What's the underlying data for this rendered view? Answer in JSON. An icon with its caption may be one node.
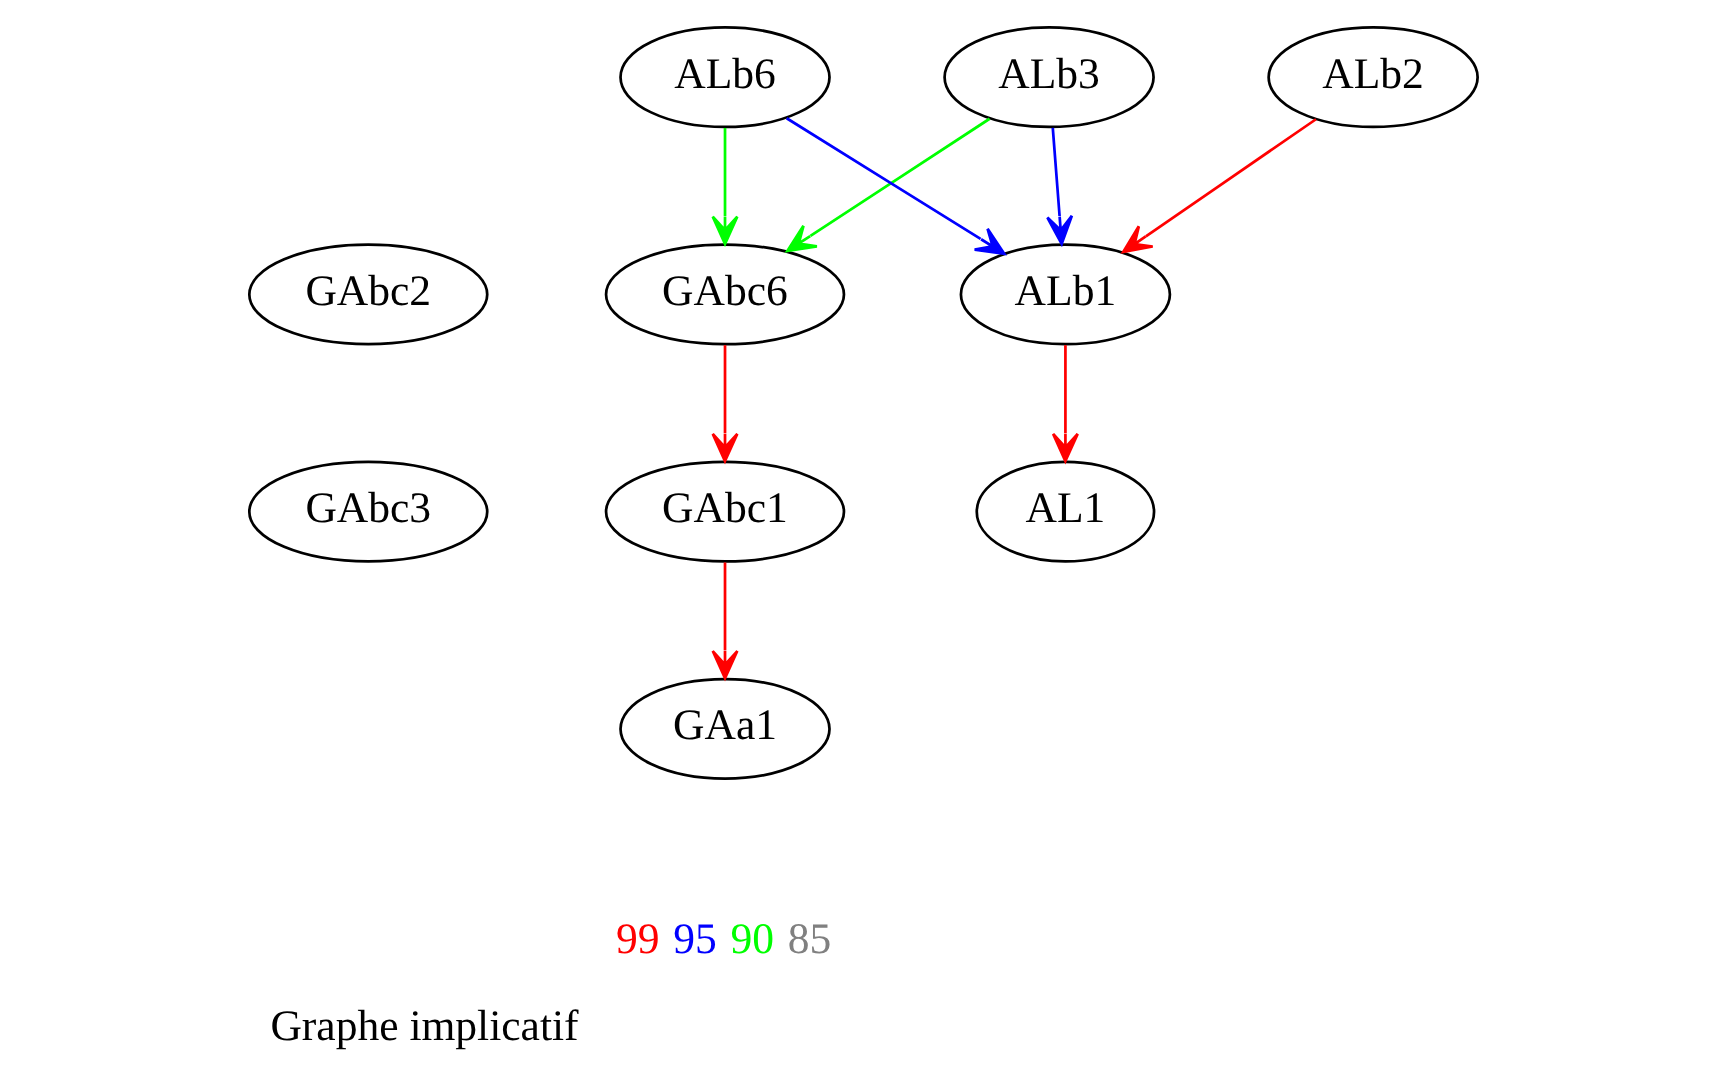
{
  "diagram": {
    "caption": "Graphe implicatif",
    "nodes": [
      {
        "text": [
          "GAbc2"
        ]
      },
      {
        "text": [
          "GAbc3"
        ]
      },
      {
        "text": [
          "ALb3"
        ]
      },
      {
        "text": [
          "ALb6"
        ]
      },
      {
        "text": [
          "GAbc6"
        ]
      },
      {
        "text": [
          "GAbc1"
        ]
      },
      {
        "text": [
          "ALb2"
        ]
      },
      {
        "text": [
          "GAa1"
        ]
      },
      {
        "text": [
          "ALb1"
        ]
      },
      {
        "text": [
          "AL1"
        ]
      }
    ],
    "edges": [
      {
        "from": 2,
        "to": 4,
        "arrow": "to",
        "color": "#00ff00"
      },
      {
        "from": 3,
        "to": 4,
        "arrow": "to",
        "color": "#00ff00"
      },
      {
        "from": 4,
        "to": 5,
        "arrow": "to",
        "color": "#ff0000"
      },
      {
        "from": 5,
        "to": 7,
        "arrow": "to",
        "color": "#ff0000"
      },
      {
        "from": 2,
        "to": 8,
        "arrow": "to",
        "color": "#0000ff"
      },
      {
        "from": 3,
        "to": 8,
        "arrow": "to",
        "color": "#0000ff"
      },
      {
        "from": 6,
        "to": 8,
        "arrow": "to",
        "color": "#ff0000"
      },
      {
        "from": 8,
        "to": 9,
        "arrow": "to",
        "color": "#ff0000"
      }
    ],
    "legend": [
      {
        "text": "99",
        "color": "#ff0000"
      },
      {
        "text": "95",
        "color": "#0000ff"
      },
      {
        "text": "90",
        "color": "#00ff00"
      },
      {
        "text": "85",
        "color": "#808080"
      }
    ]
  }
}
